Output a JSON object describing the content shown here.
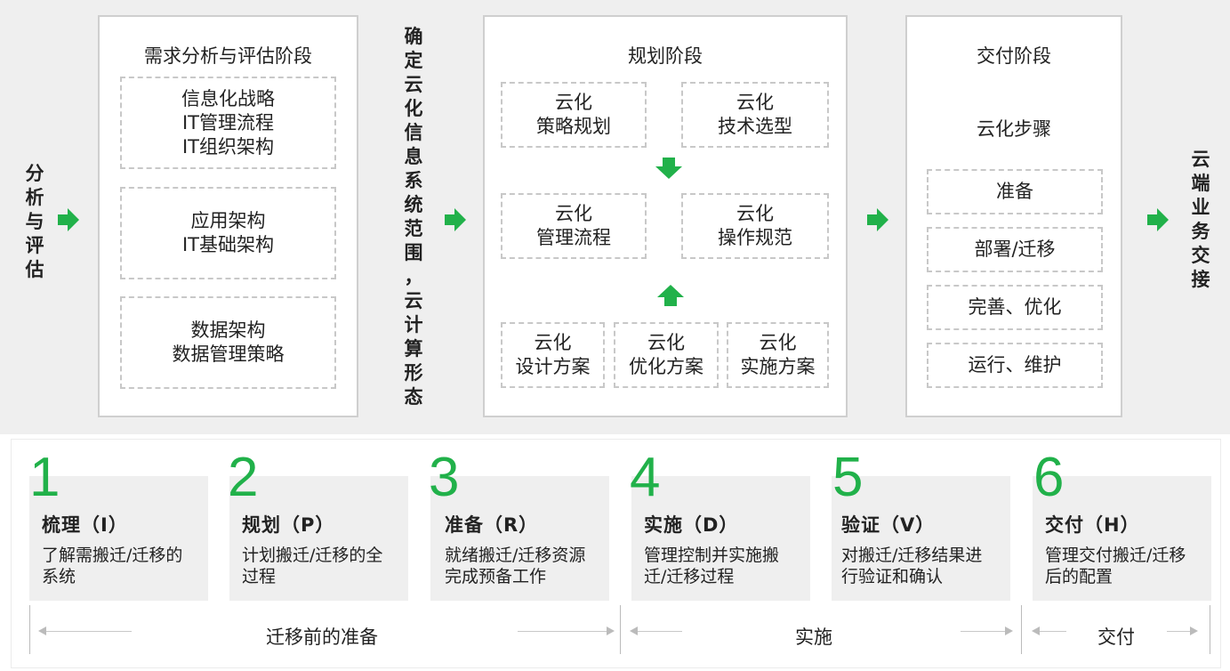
{
  "flow": {
    "left_label": "分\n析\n与\n评\n估",
    "middle_label": "确\n定\n云\n化\n信\n息\n系\n统\n范\n围\n，\n云\n计\n算\n形\n态",
    "right_label": "云\n端\n业\n务\n交\n接"
  },
  "stage_analysis": {
    "title": "需求分析与评估阶段",
    "boxes": [
      "信息化战略\nIT管理流程\nIT组织架构",
      "应用架构\nIT基础架构",
      "数据架构\n数据管理策略"
    ]
  },
  "stage_planning": {
    "title": "规划阶段",
    "top": [
      "云化\n策略规划",
      "云化\n技术选型"
    ],
    "middle": [
      "云化\n管理流程",
      "云化\n操作规范"
    ],
    "bottom": [
      "云化\n设计方案",
      "云化\n优化方案",
      "云化\n实施方案"
    ]
  },
  "stage_delivery": {
    "title": "交付阶段",
    "subtitle": "云化步骤",
    "steps": [
      "准备",
      "部署/迁移",
      "完善、优化",
      "运行、维护"
    ]
  },
  "steps": [
    {
      "num": "1",
      "title": "梳理（I）",
      "desc": "了解需搬迁/迁移的\n系统"
    },
    {
      "num": "2",
      "title": "规划（P）",
      "desc": "计划搬迁/迁移的全\n过程"
    },
    {
      "num": "3",
      "title": "准备（R）",
      "desc": "就绪搬迁/迁移资源\n完成预备工作"
    },
    {
      "num": "4",
      "title": "实施（D）",
      "desc": "管理控制并实施搬\n迁/迁移过程"
    },
    {
      "num": "5",
      "title": "验证（V）",
      "desc": "对搬迁/迁移结果进\n行验证和确认"
    },
    {
      "num": "6",
      "title": "交付（H）",
      "desc": "管理交付搬迁/迁移\n后的配置"
    }
  ],
  "phases": [
    "迁移前的准备",
    "实施",
    "交付"
  ],
  "colors": {
    "accent": "#21b14a",
    "card_bg": "#efefef",
    "band_bg": "#efefef"
  }
}
